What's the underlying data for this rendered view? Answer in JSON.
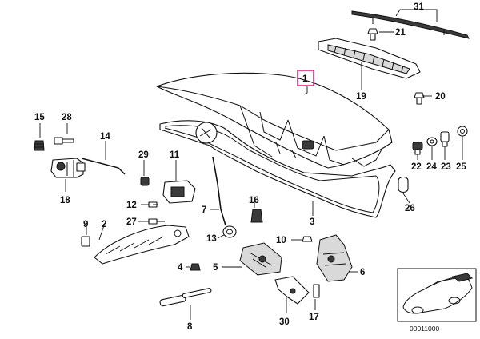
{
  "diagram": {
    "highlight_color": "#e2257a",
    "highlighted_part": "1",
    "reference_code": "00011000",
    "parts": {
      "p1": "1",
      "p2": "2",
      "p3": "3",
      "p4": "4",
      "p5": "5",
      "p6": "6",
      "p7": "7",
      "p8": "8",
      "p9": "9",
      "p10": "10",
      "p11": "11",
      "p12": "12",
      "p13": "13",
      "p14": "14",
      "p15": "15",
      "p16": "16",
      "p17": "17",
      "p18": "18",
      "p19": "19",
      "p20": "20",
      "p21": "21",
      "p22": "22",
      "p23": "23",
      "p24": "24",
      "p25": "25",
      "p26": "26",
      "p27": "27",
      "p28": "28",
      "p29": "29",
      "p30": "30",
      "p31": "31"
    }
  }
}
